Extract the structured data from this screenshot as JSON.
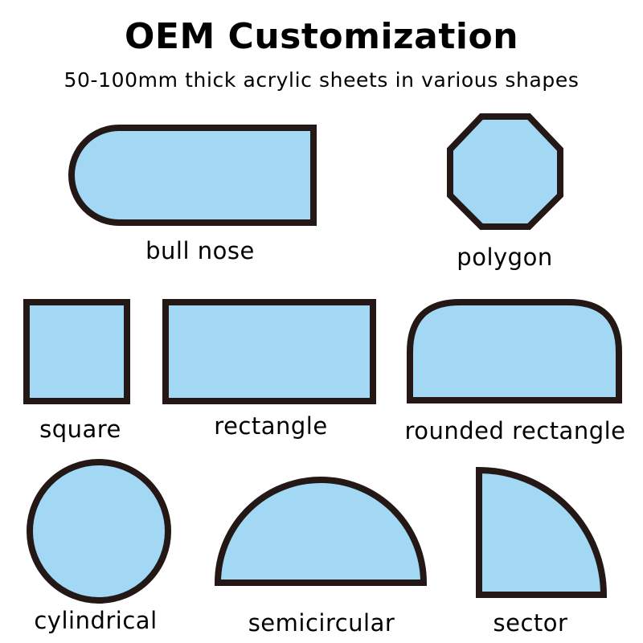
{
  "header": {
    "title": "OEM Customization",
    "subtitle": "50-100mm thick acrylic sheets in various shapes"
  },
  "colors": {
    "fill": "#a3d8f4",
    "outline": "#231815"
  },
  "shapes": [
    {
      "name": "bull-nose",
      "label": "bull nose"
    },
    {
      "name": "polygon",
      "label": "polygon"
    },
    {
      "name": "square",
      "label": "square"
    },
    {
      "name": "rectangle",
      "label": "rectangle"
    },
    {
      "name": "rounded-rectangle",
      "label": "rounded rectangle"
    },
    {
      "name": "cylindrical",
      "label": "cylindrical"
    },
    {
      "name": "semicircular",
      "label": "semicircular"
    },
    {
      "name": "sector",
      "label": "sector"
    }
  ]
}
